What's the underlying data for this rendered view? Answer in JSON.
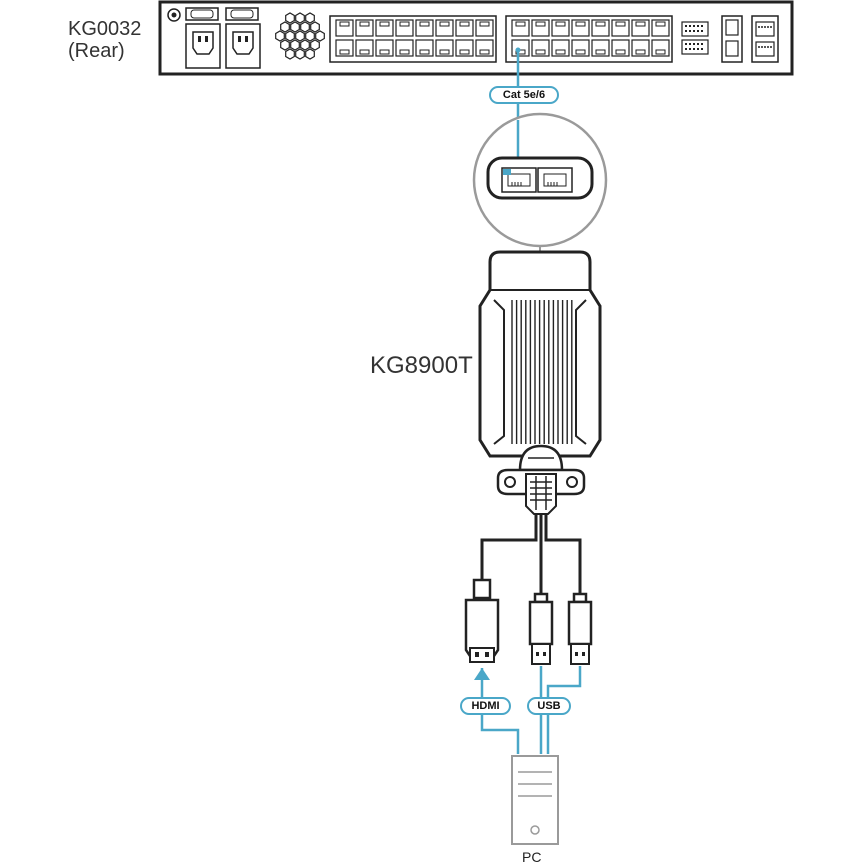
{
  "labels": {
    "switch_name": "KG0032",
    "switch_view": "(Rear)",
    "adapter_name": "KG8900T",
    "computer_name": "PC"
  },
  "cables": {
    "network": "Cat 5e/6",
    "video": "HDMI",
    "usb": "USB"
  },
  "colors": {
    "cable": "#4aa7c8",
    "outline": "#222222",
    "pc_outline": "#9a9a9a"
  },
  "icons": [
    "power-inlet-icon",
    "power-switch-icon",
    "fan-grille-icon",
    "rj45-port-icon",
    "hdmi-connector-icon",
    "usb-connector-icon",
    "pc-tower-icon"
  ]
}
